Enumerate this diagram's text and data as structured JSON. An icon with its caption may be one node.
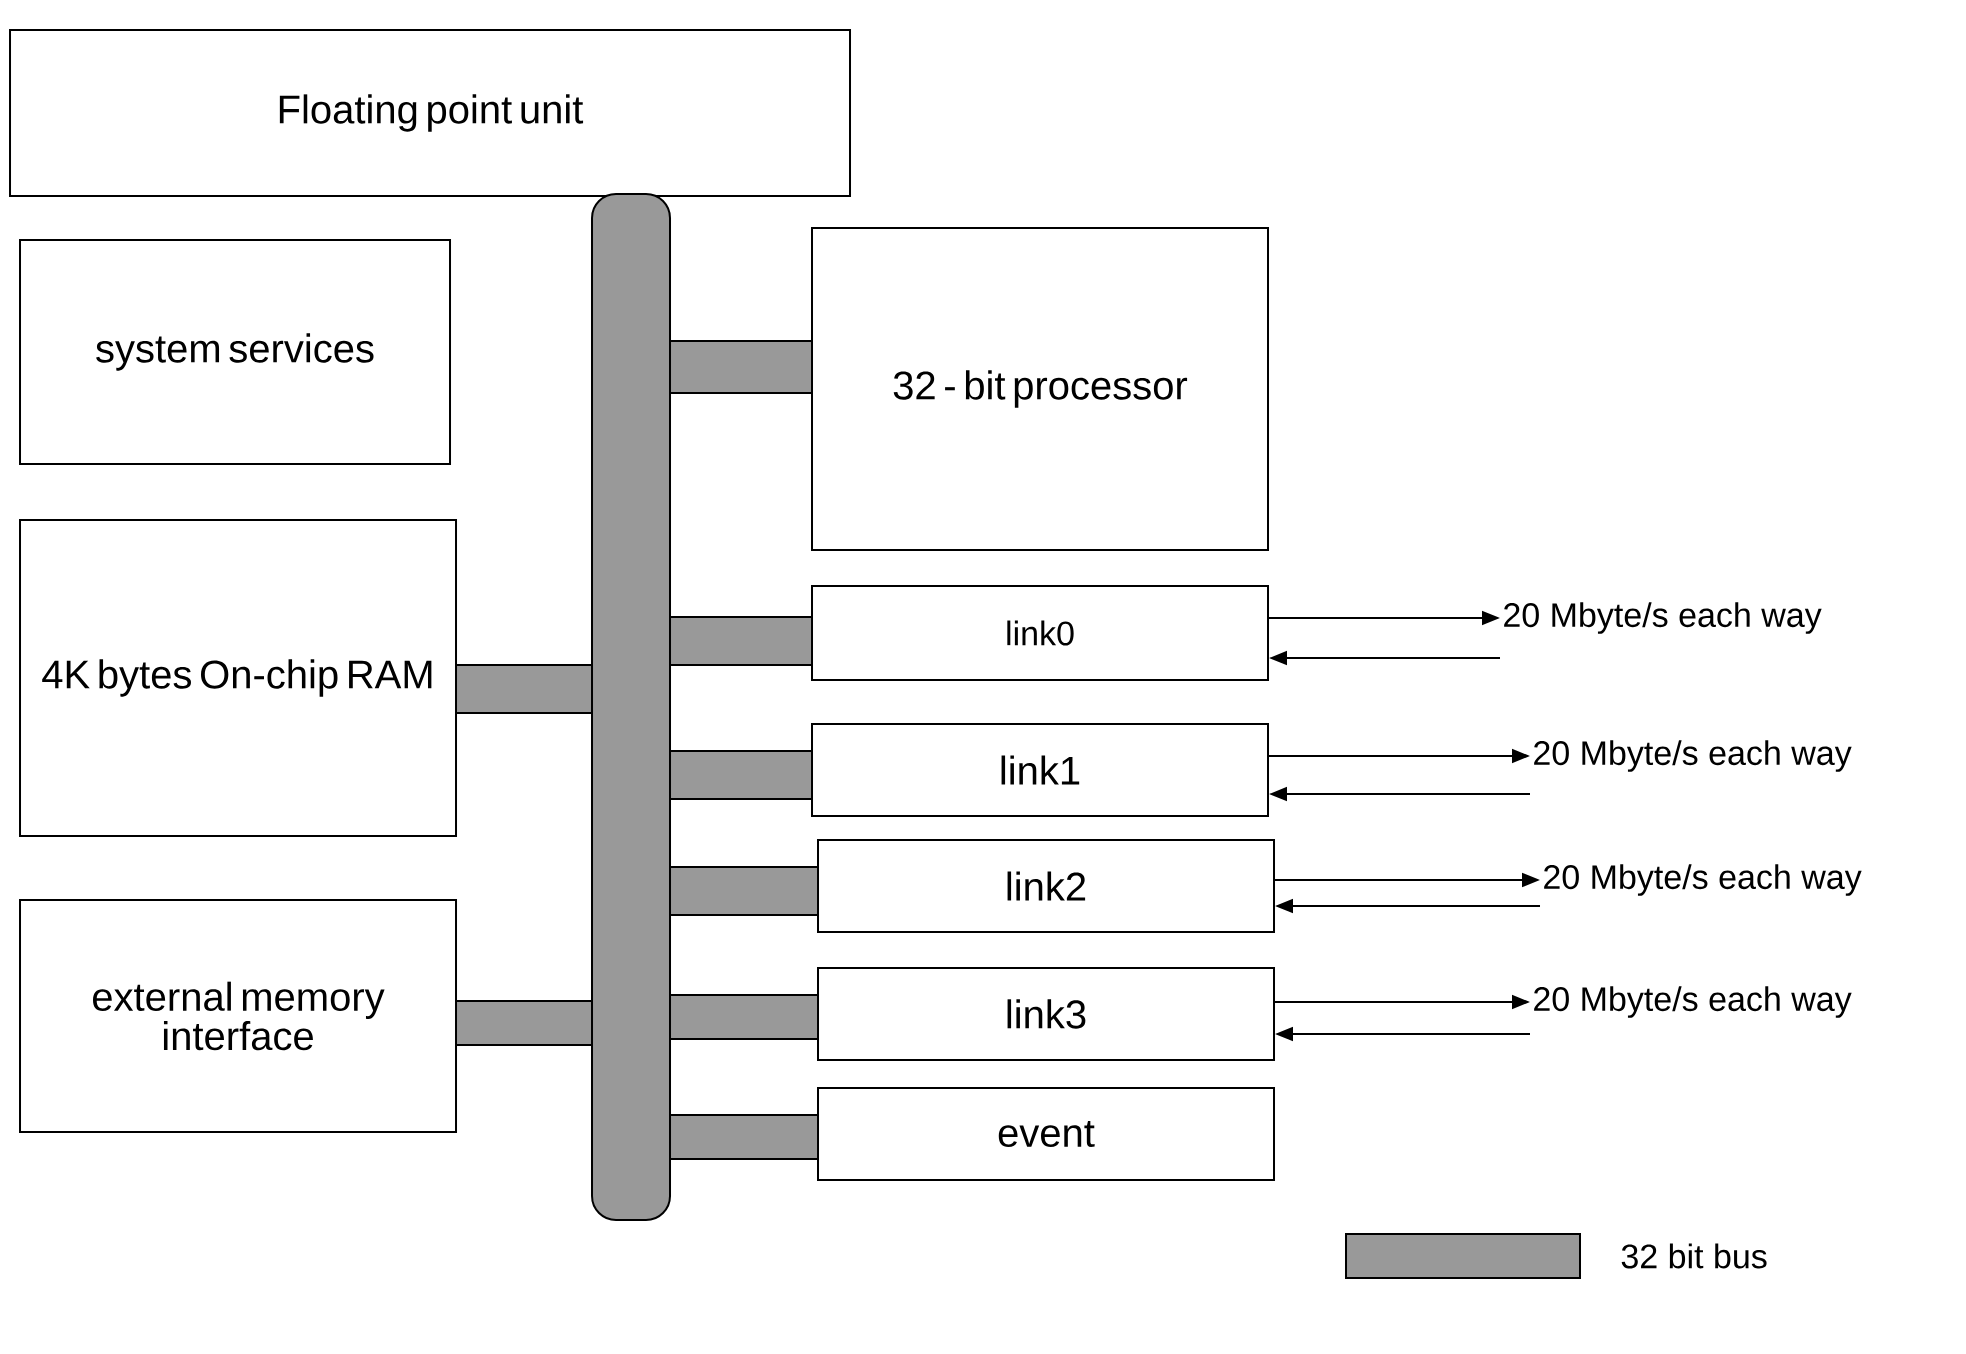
{
  "diagram": {
    "nodes": [
      {
        "text": [
          "Floating point unit"
        ]
      },
      {
        "text": [
          "system services"
        ]
      },
      {
        "text": [
          "32 - bit processor"
        ]
      },
      {
        "text": [
          "4K bytes On-chip RAM"
        ]
      },
      {
        "text": [
          "link0"
        ]
      },
      {
        "text": [
          "link1"
        ]
      },
      {
        "text": [
          "link2"
        ]
      },
      {
        "text": [
          "link3"
        ]
      },
      {
        "text": [
          "external memory interface"
        ]
      },
      {
        "text": [
          "event"
        ]
      },
      {
        "text": [],
        "shape": "bar"
      },
      {
        "text": [
          "20 Mbyte/s each way"
        ]
      },
      {
        "text": [
          "20 Mbyte/s each way"
        ]
      },
      {
        "text": [
          "20 Mbyte/s each way"
        ]
      },
      {
        "text": [
          "20 Mbyte/s each way"
        ]
      }
    ],
    "edges": [
      {
        "from": 10,
        "to": 2,
        "arrow": "none",
        "style": "thick"
      },
      {
        "from": 10,
        "to": 3,
        "arrow": "none",
        "style": "thick"
      },
      {
        "from": 10,
        "to": 4,
        "arrow": "none",
        "style": "thick"
      },
      {
        "from": 10,
        "to": 5,
        "arrow": "none",
        "style": "thick"
      },
      {
        "from": 10,
        "to": 6,
        "arrow": "none",
        "style": "thick"
      },
      {
        "from": 10,
        "to": 7,
        "arrow": "none",
        "style": "thick"
      },
      {
        "from": 10,
        "to": 8,
        "arrow": "none",
        "style": "thick"
      },
      {
        "from": 10,
        "to": 9,
        "arrow": "none",
        "style": "thick"
      },
      {
        "from": 4,
        "to": 11,
        "arrow": "to"
      },
      {
        "from": 11,
        "to": 4,
        "arrow": "to"
      },
      {
        "from": 5,
        "to": 12,
        "arrow": "to"
      },
      {
        "from": 12,
        "to": 5,
        "arrow": "to"
      },
      {
        "from": 6,
        "to": 13,
        "arrow": "to"
      },
      {
        "from": 13,
        "to": 6,
        "arrow": "to"
      },
      {
        "from": 7,
        "to": 14,
        "arrow": "to"
      },
      {
        "from": 14,
        "to": 7,
        "arrow": "to"
      }
    ],
    "legend": [
      {
        "text": "32 bit bus"
      }
    ]
  }
}
